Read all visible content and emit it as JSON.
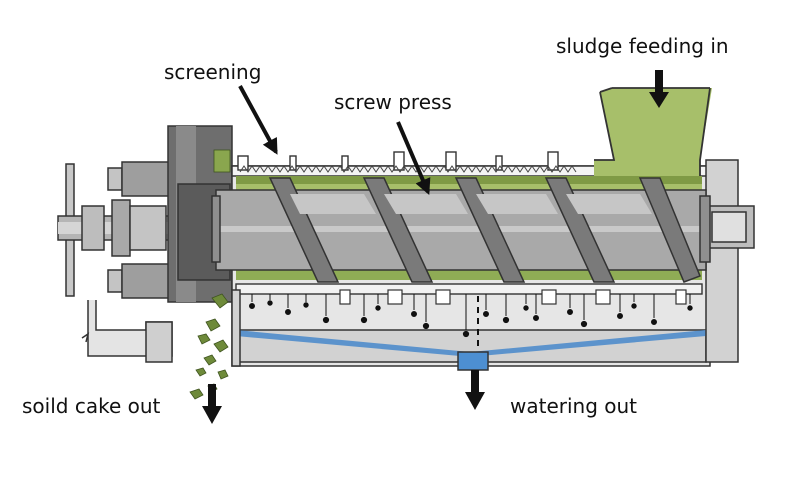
{
  "labels": {
    "sludge_feeding_in": "sludge feeding in",
    "screening": "screening",
    "screw_press": "screw press",
    "solid_cake_out": "soild cake out",
    "watering_out": "watering out"
  },
  "colors": {
    "sludge": "#a7bf6a",
    "sludge_dark": "#7f9a45",
    "metal": "#a9a9a9",
    "metal_light": "#c8c8c8",
    "metal_dark": "#5b5b5b",
    "water": "#4d8fd1",
    "arrow": "#111111"
  },
  "icons": {
    "flow_arrow": "down-arrow-icon",
    "callout_arrow": "pointer-arrow-icon"
  }
}
